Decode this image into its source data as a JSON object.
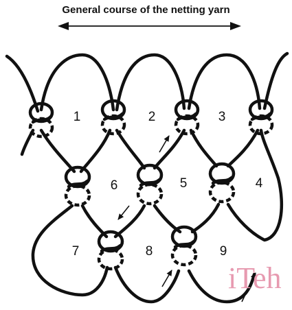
{
  "caption": "General course of the netting yarn",
  "mesh_labels": [
    "1",
    "2",
    "3",
    "4",
    "5",
    "6",
    "7",
    "8",
    "9"
  ],
  "watermark": "iTeh",
  "colors": {
    "ink": "#111111",
    "watermark": "#e79ab0",
    "background": "#ffffff"
  }
}
